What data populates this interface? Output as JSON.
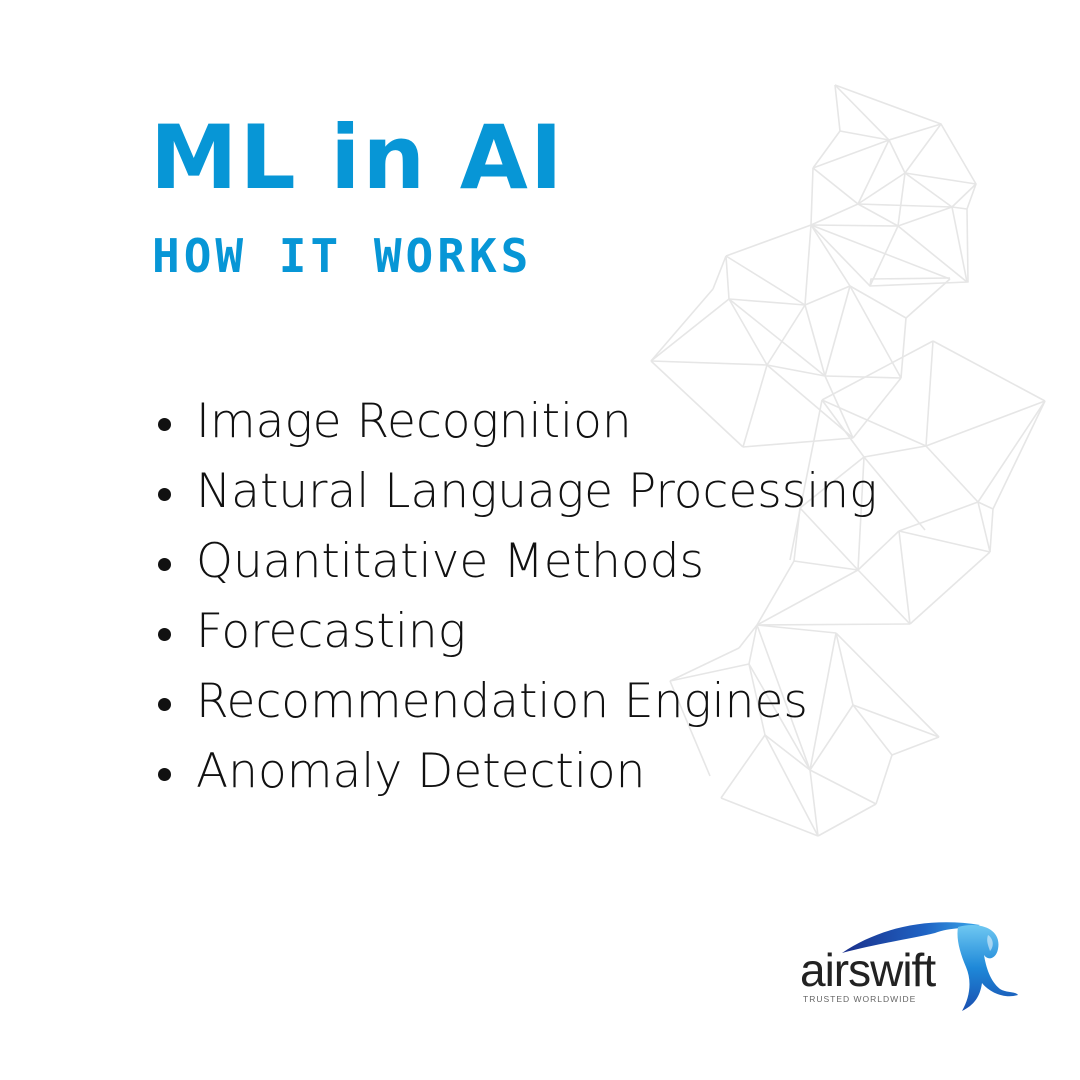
{
  "header": {
    "title": "ML in AI",
    "subtitle": "HOW IT WORKS"
  },
  "list": {
    "items": [
      {
        "label": "Image Recognition"
      },
      {
        "label": "Natural Language Processing"
      },
      {
        "label": "Quantitative Methods"
      },
      {
        "label": "Forecasting"
      },
      {
        "label": "Recommendation Engines"
      },
      {
        "label": "Anomaly Detection"
      }
    ]
  },
  "logo": {
    "wordmark": "airswift",
    "tagline": "TRUSTED WORLDWIDE",
    "icon": "swift-bird-icon"
  },
  "colors": {
    "accent": "#0796d6",
    "text": "#111111",
    "mesh": "#e6e6e6",
    "background": "#ffffff"
  },
  "decoration": {
    "icon": "polygon-mesh-icon"
  }
}
